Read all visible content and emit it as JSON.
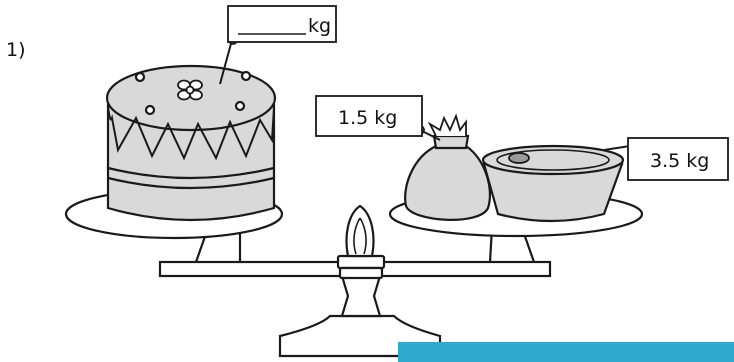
{
  "question_number": "1)",
  "cake_label": {
    "blank": "",
    "unit": "kg"
  },
  "bag_label": {
    "text": "1.5 kg"
  },
  "pot_label": {
    "text": "3.5 kg"
  },
  "colors": {
    "fill_gray": "#d9d9d9",
    "stroke": "#1a1a1a",
    "accent_bar": "#2ea8cc"
  }
}
